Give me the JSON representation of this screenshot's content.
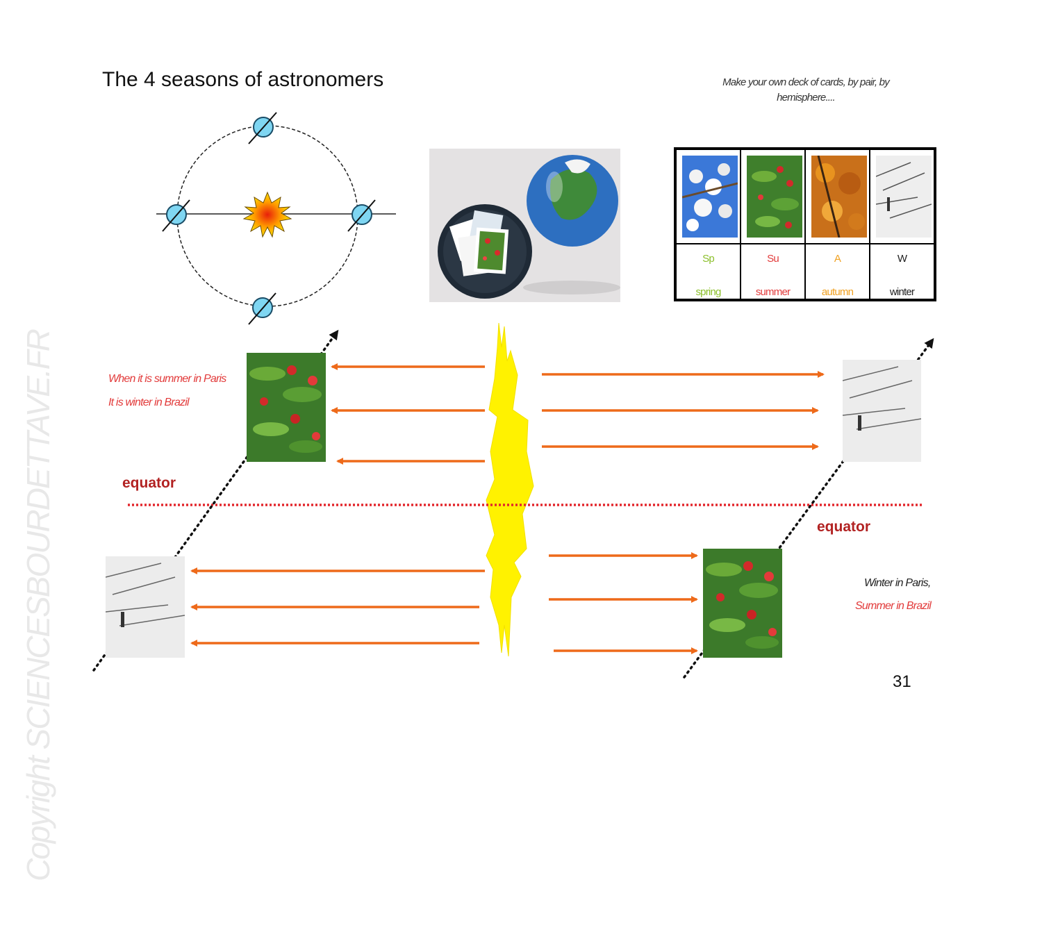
{
  "title": "The 4 seasons of astronomers",
  "note": "Make your own deck of cards, by pair, by hemisphere....",
  "cards": [
    {
      "abbr": "Sp",
      "name": "spring",
      "color": "#8bbf2a",
      "photo": "blossom-photo"
    },
    {
      "abbr": "Su",
      "name": "summer",
      "color": "#e23a3a",
      "photo": "cherry-tree-photo"
    },
    {
      "abbr": "A",
      "name": "autumn",
      "color": "#f0a020",
      "photo": "autumn-tree-photo"
    },
    {
      "abbr": "W",
      "name": "winter",
      "color": "#222222",
      "photo": "snowy-tree-photo"
    }
  ],
  "top_left_text": {
    "line1": "When it is summer in Paris",
    "line2": "It is winter in Brazil"
  },
  "bottom_right_text": {
    "line1": "Winter in Paris,",
    "line2": "Summer in Brazil"
  },
  "equator_label": "equator",
  "page_number": "31",
  "watermark": "Copyright SCIENCESBOURDETTAVE.FR",
  "colors": {
    "arrow": "#ee6a1a",
    "equator_line": "#e3262c",
    "equator_text": "#b22222",
    "sun_beam": "#fff200",
    "earth": "#7fd6f2"
  }
}
